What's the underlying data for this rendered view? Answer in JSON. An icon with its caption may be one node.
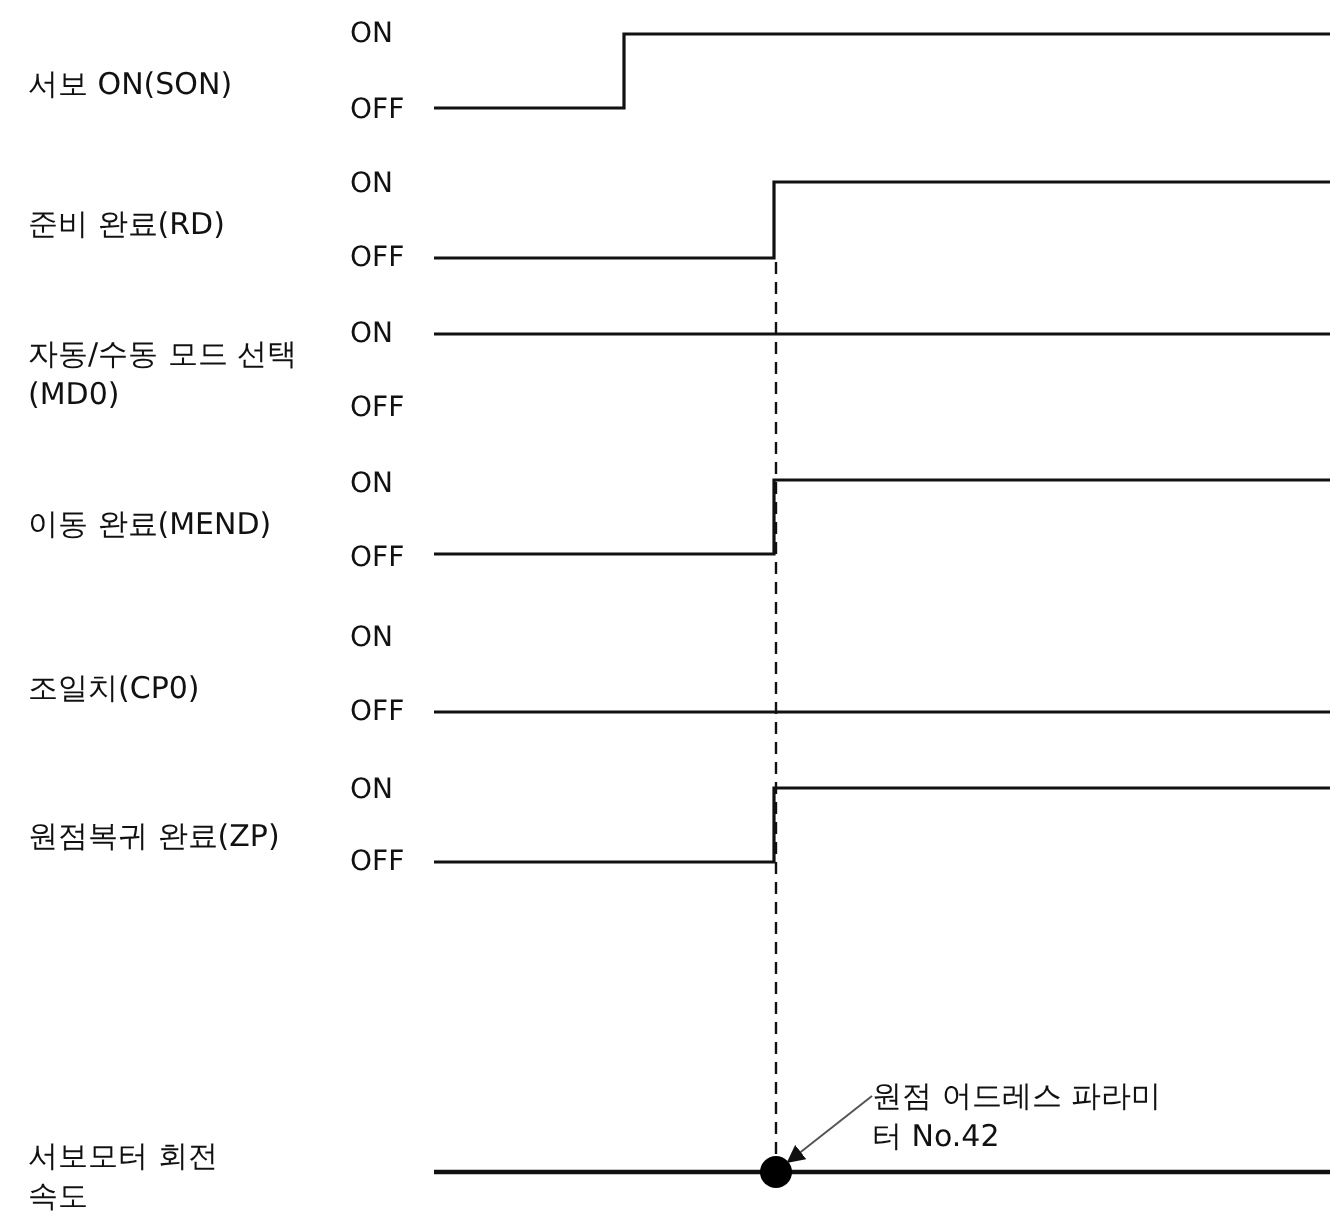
{
  "diagram": {
    "nodes": [
      {
        "text": [
          "원점 어드레스 파라미터 No.42"
        ]
      },
      {
        "text": [],
        "shape": "circle"
      }
    ],
    "edges": [
      {
        "from": 0,
        "to": 1,
        "arrow": "to"
      }
    ],
    "labels": [
      "ON",
      "서보 ON(SON)",
      "OFF",
      "ON",
      "준비 완료(RD)",
      "OFF",
      "ON",
      "자동/수동 모드 선택(MD0)",
      "OFF",
      "ON",
      "이동 완료(MEND)",
      "OFF",
      "ON",
      "조일치(CP0)",
      "OFF",
      "ON",
      "원점복귀 완료(ZP)",
      "OFF",
      "서보모터 회전 속도"
    ]
  }
}
